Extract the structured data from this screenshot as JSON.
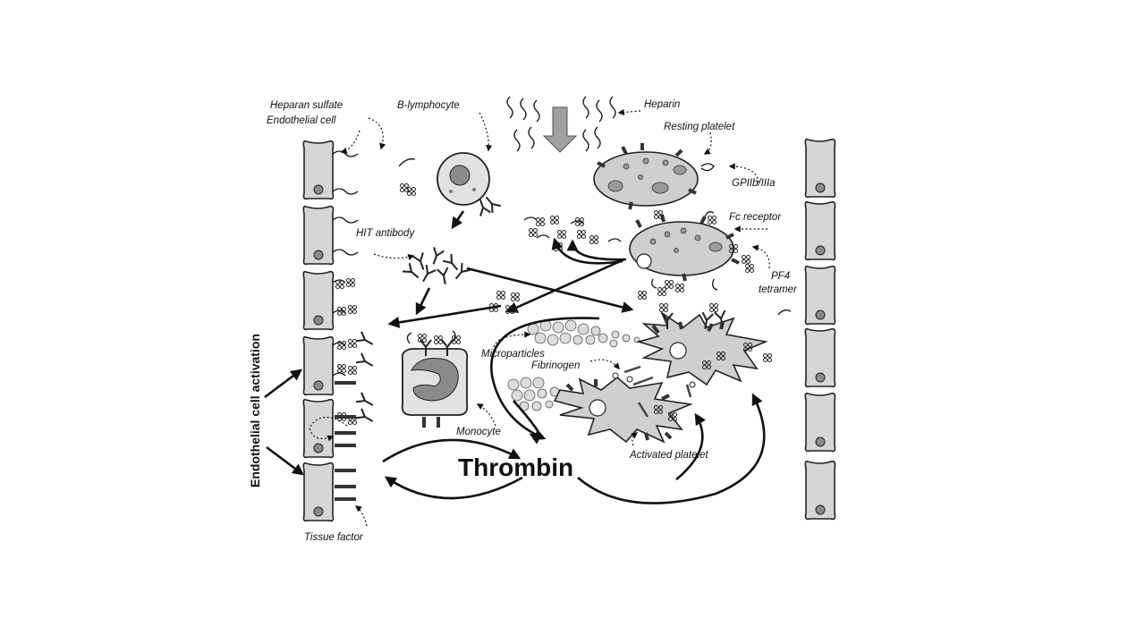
{
  "labels": {
    "heparan_sulfate": "Heparan sulfate",
    "endothelial_cell": "Endothelial cell",
    "b_lymphocyte": "B-lymphocyte",
    "heparin": "Heparin",
    "resting_platelet": "Resting platelet",
    "gpiib_iiia": "GPIIb/IIIa",
    "fc_receptor": "Fc receptor",
    "hit_antibody": "HIT antibody",
    "pf4": "PF4",
    "tetramer": "tetramer",
    "endothelial_cell_activation": "Endothelial cell activation",
    "microparticles": "Microparticles",
    "fibrinogen": "Fibrinogen",
    "monocyte": "Monocyte",
    "activated_platelet": "Activated platelet",
    "thrombin": "Thrombin",
    "tissue_factor": "Tissue factor"
  },
  "colors": {
    "cell_fill": "#d6d6d6",
    "nucleus": "#8a8a8a",
    "heparin_arrow": "#a0a0a0",
    "ink": "#111111"
  }
}
